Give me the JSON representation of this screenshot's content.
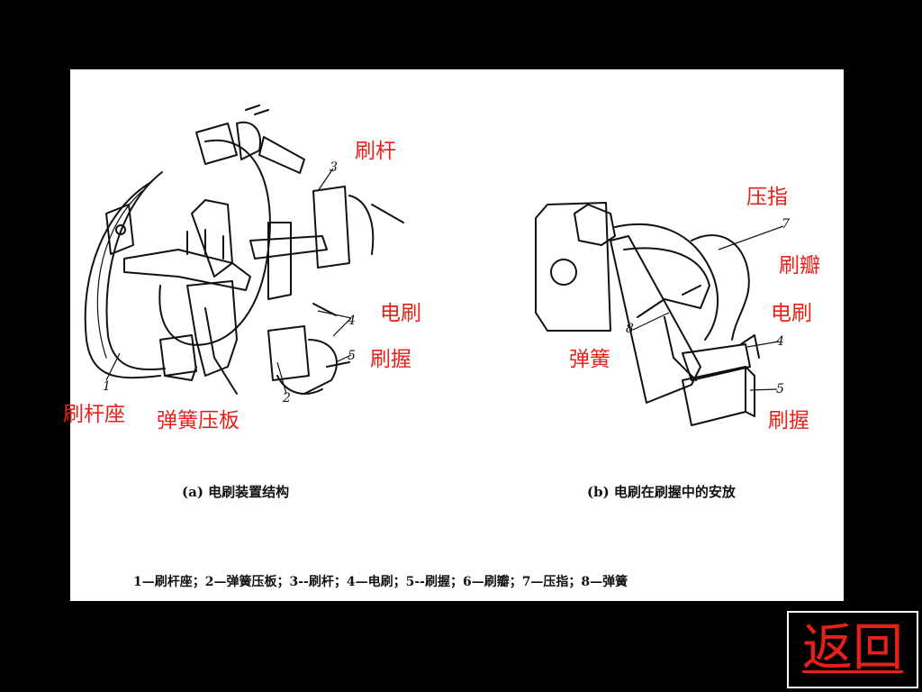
{
  "labels": {
    "shua_gan": "刷杆",
    "dian_shua_a": "电刷",
    "shua_wo_a": "刷握",
    "shua_gan_zuo": "刷杆座",
    "tan_huang_ya_ban": "弹簧压板",
    "ya_zhi": "压指",
    "shua_ban": "刷瓣",
    "dian_shua_b": "电刷",
    "tan_huang": "弹簧",
    "shua_wo_b": "刷握"
  },
  "numbers_a": [
    "1",
    "2",
    "3",
    "4",
    "5"
  ],
  "numbers_b": [
    "4",
    "5",
    "7",
    "8"
  ],
  "captions": {
    "a": "(a) 电刷装置结构",
    "b": "(b) 电刷在刷握中的安放",
    "legend": "1—刷杆座；2—弹簧压板；3--刷杆；4—电刷；5--刷握；6—刷瓣；7—压指；8—弹簧"
  },
  "nav": {
    "back_label": "返回"
  },
  "colors": {
    "label_red": "#e8201a",
    "background": "#000000",
    "panel": "#ffffff"
  }
}
